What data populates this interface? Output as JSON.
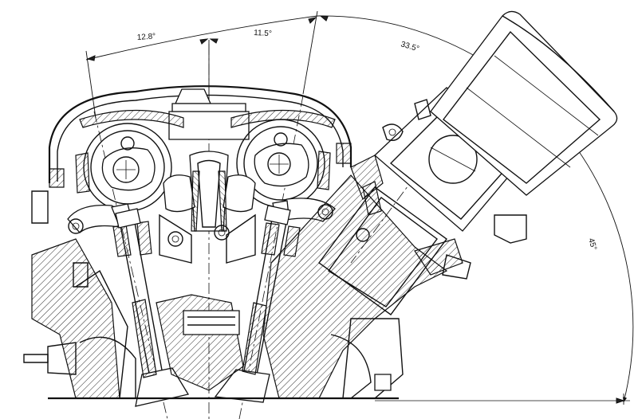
{
  "drawing": {
    "angle_left": "12.8°",
    "angle_center": "11.5°",
    "angle_intake": "33.5°",
    "angle_vertical": "45°"
  }
}
